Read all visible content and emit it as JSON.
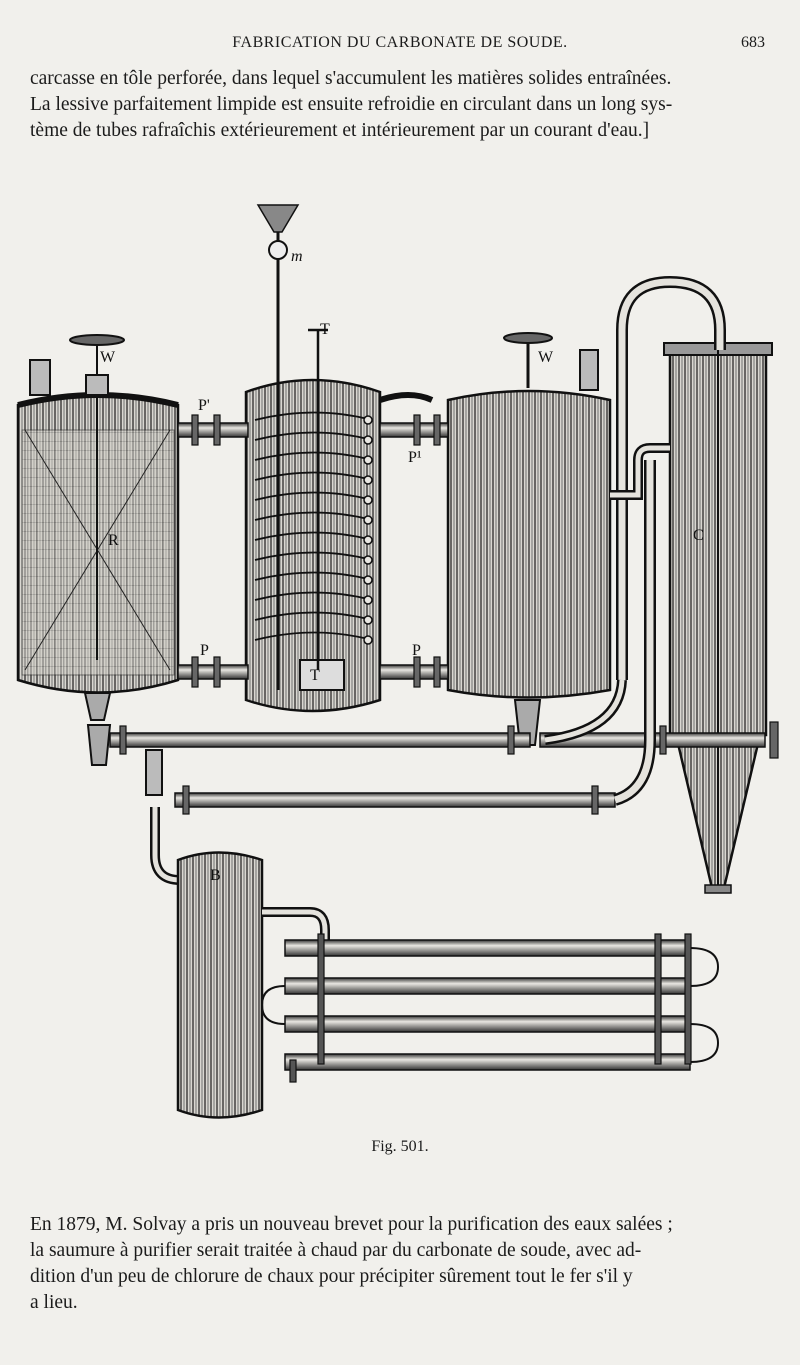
{
  "header": {
    "title": "FABRICATION DU CARBONATE DE SOUDE.",
    "page_number": "683"
  },
  "paragraph_top": {
    "lines": [
      "carcasse en tôle perforée, dans lequel s'accumulent les matières solides entraînées.",
      "La lessive parfaitement limpide est ensuite refroidie en circulant dans un long sys-",
      "tème de tubes rafraîchis extérieurement et intérieurement par un courant d'eau.]"
    ]
  },
  "figure": {
    "caption": "Fig. 501.",
    "labels": {
      "w_left": "W",
      "w_right": "W",
      "r": "R",
      "c": "C",
      "b": "B",
      "m": "m",
      "t_top": "T",
      "t_bottom": "T",
      "p_prime": "P'",
      "p1": "P¹",
      "p_left": "P",
      "p_right": "P"
    }
  },
  "paragraph_bottom": {
    "lines": [
      "En 1879, M. Solvay a pris un nouveau brevet pour la purification des eaux salées ;",
      "la saumure à purifier serait traitée à chaud par du carbonate de soude, avec ad-",
      "dition d'un peu de chlorure de chaux pour précipiter sûrement tout le fer s'il y",
      "a lieu."
    ]
  }
}
